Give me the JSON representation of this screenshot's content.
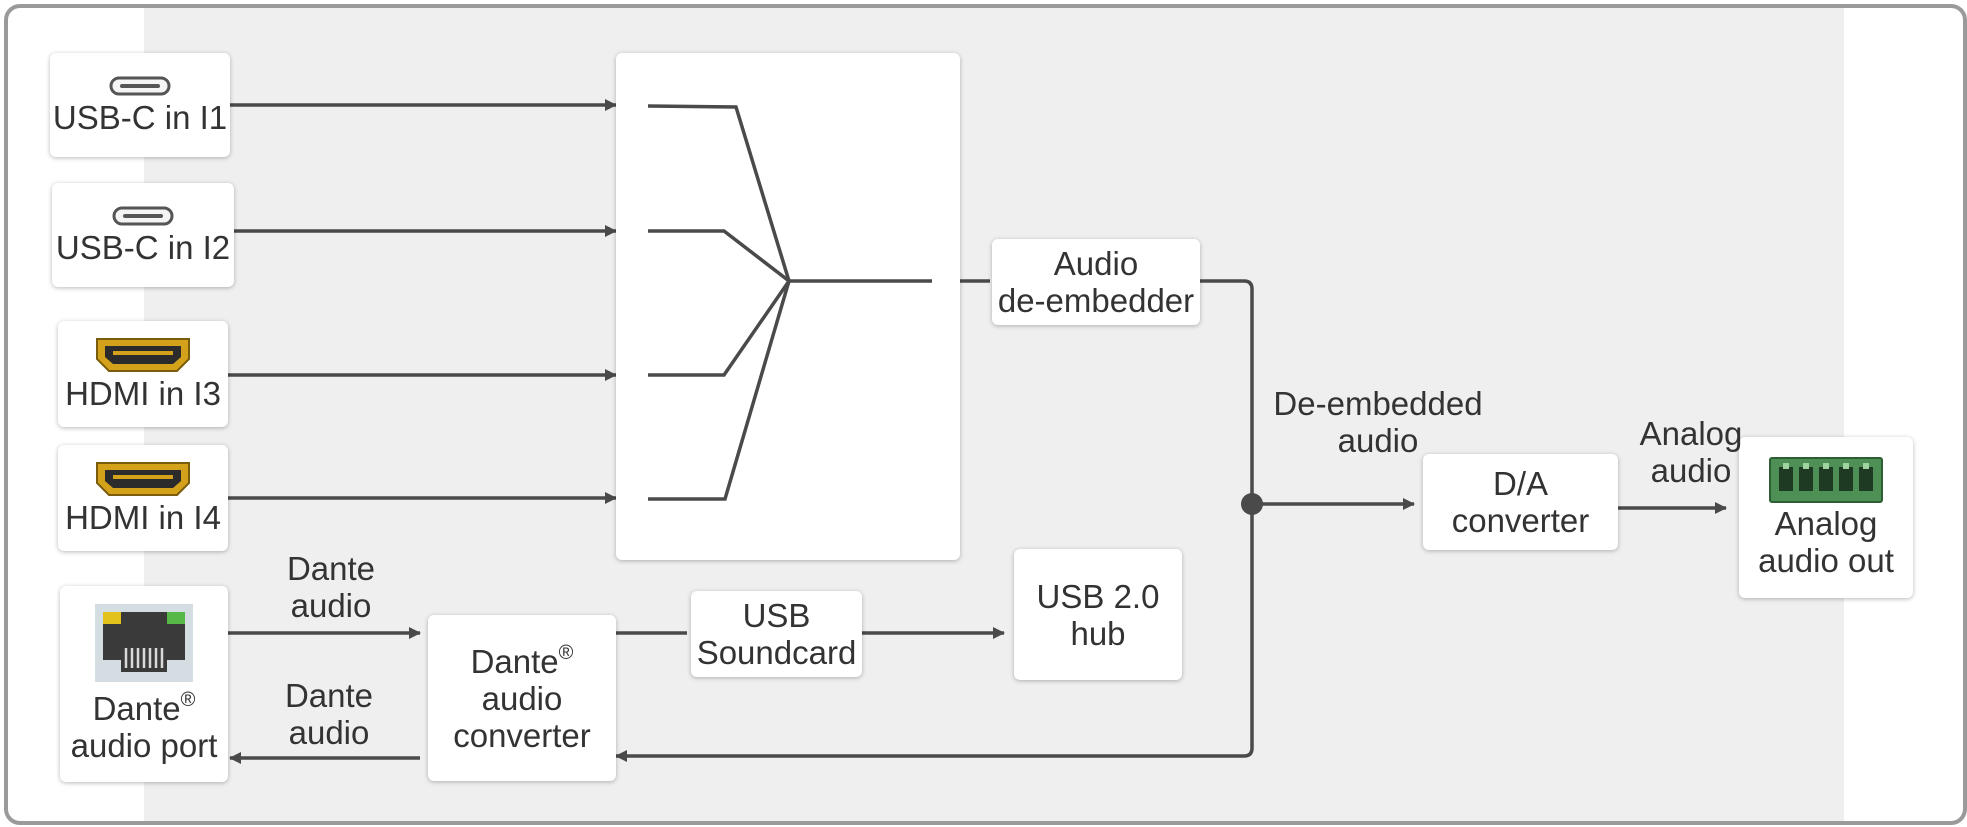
{
  "inputs": [
    {
      "label": "USB-C in I1",
      "icon": "usb-c-port-icon"
    },
    {
      "label": "USB-C in I2",
      "icon": "usb-c-port-icon"
    },
    {
      "label": "HDMI in I3",
      "icon": "hdmi-port-icon"
    },
    {
      "label": "HDMI in I4",
      "icon": "hdmi-port-icon"
    }
  ],
  "dante_port": {
    "line1": "Dante",
    "line2": "audio port",
    "reg": "®",
    "icon": "rj45-port-icon"
  },
  "dante_converter": {
    "line1": "Dante",
    "line2": "audio",
    "line3": "converter",
    "reg": "®"
  },
  "usb_soundcard": {
    "line1": "USB",
    "line2": "Soundcard"
  },
  "usb_hub": {
    "line1": "USB 2.0",
    "line2": "hub"
  },
  "deembedder": {
    "line1": "Audio",
    "line2": "de-embedder"
  },
  "da_converter": {
    "line1": "D/A",
    "line2": "converter"
  },
  "analog_out": {
    "line1": "Analog",
    "line2": "audio out",
    "icon": "terminal-block-icon"
  },
  "labels": {
    "dante_audio_in_1": "Dante",
    "dante_audio_in_2": "audio",
    "dante_audio_out_1": "Dante",
    "dante_audio_out_2": "audio",
    "deembedded_1": "De-embedded",
    "deembedded_2": "audio",
    "analog_1": "Analog",
    "analog_2": "audio"
  },
  "colors": {
    "line": "#4a4a4a",
    "panel": "#efefef",
    "frame": "#9a9a9a",
    "hdmi_gold": "#d4a21a",
    "terminal_green": "#4e8f55"
  }
}
